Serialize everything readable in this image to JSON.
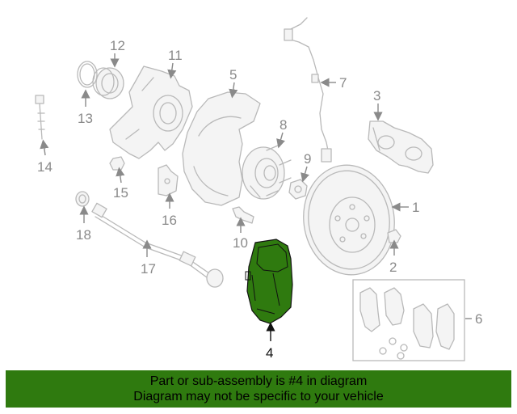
{
  "callouts": {
    "c1": "1",
    "c2": "2",
    "c3": "3",
    "c4": "4",
    "c5": "5",
    "c6": "6",
    "c7": "7",
    "c8": "8",
    "c9": "9",
    "c10": "10",
    "c11": "11",
    "c12": "12",
    "c13": "13",
    "c14": "14",
    "c15": "15",
    "c16": "16",
    "c17": "17",
    "c18": "18"
  },
  "highlight": {
    "part_number": "4",
    "color": "#2f7a0f"
  },
  "banner": {
    "line1": "Part or sub-assembly is #4 in diagram",
    "line2": "Diagram may not be specific to your vehicle",
    "background": "#2f7a0f"
  }
}
